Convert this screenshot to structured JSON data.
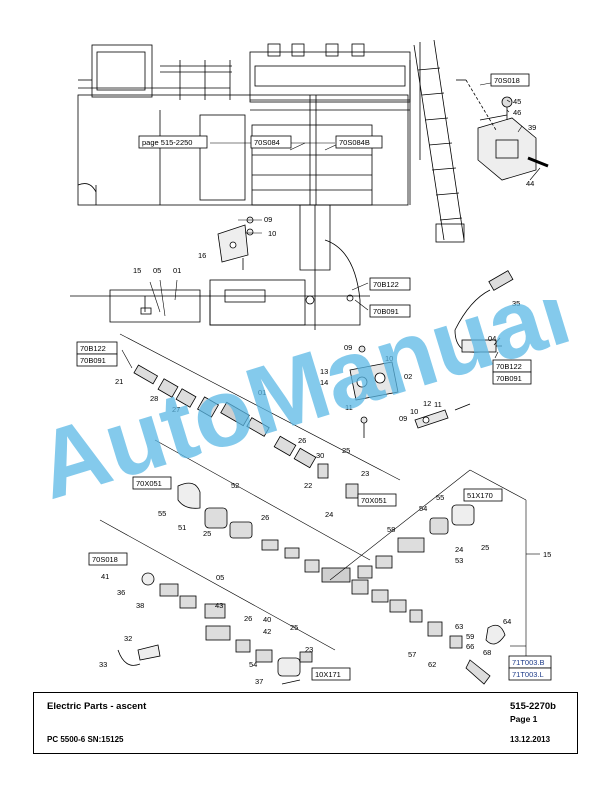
{
  "title_block": {
    "title": "Electric Parts - ascent",
    "code": "515-2270b",
    "page": "Page 1",
    "machine": "PC 5500-6 SN:15125",
    "date": "13.12.2013"
  },
  "watermark": {
    "text": "AutoManual",
    "color": "#5bb8e6"
  },
  "boxed_refs": {
    "page_ref": "page 515-2250",
    "s084": "70S084",
    "s084b": "70S084B",
    "s018_top": "70S018",
    "b122_top": "70B122",
    "b091_top": "70B091",
    "b122_left": "70B122",
    "b091_left": "70B091",
    "b122_right": "70B122",
    "b091_right": "70B091",
    "x051_left": "70X051",
    "x051_mid": "70X051",
    "s170": "51X170",
    "s018_bottom": "70S018",
    "x171": "10X171",
    "t003b": "71T003.B",
    "t003l": "71T003.L"
  },
  "item_numbers": {
    "n09a": "09",
    "n10a": "10",
    "n16": "16",
    "n15a": "15",
    "n05a": "05",
    "n01a": "01",
    "n45": "45",
    "n46": "46",
    "n39": "39",
    "n44": "44",
    "n35": "35",
    "n04": "04",
    "n21": "21",
    "n28": "28",
    "n27": "27",
    "n01b": "01",
    "n09b": "09",
    "n10b": "10",
    "n13": "13",
    "n14": "14",
    "n02": "02",
    "n11a": "11",
    "n10c": "10",
    "n12": "12",
    "n09c": "09",
    "n11b": "11",
    "n26a": "26",
    "n30": "30",
    "n25a": "25",
    "n22": "22",
    "n23a": "23",
    "n24a": "24",
    "n52": "52",
    "n55a": "55",
    "n51": "51",
    "n26b": "26",
    "n25b": "25",
    "n55b": "55",
    "n54a": "54",
    "n58": "58",
    "n24b": "24",
    "n53": "53",
    "n25c": "25",
    "n15b": "15",
    "n41": "41",
    "n36": "36",
    "n38": "38",
    "n05b": "05",
    "n43": "43",
    "n26c": "26",
    "n40": "40",
    "n42": "42",
    "n25d": "25",
    "n23b": "23",
    "n54b": "54",
    "n32": "32",
    "n33": "33",
    "n37": "37",
    "n63": "63",
    "n59": "59",
    "n66": "66",
    "n57": "57",
    "n62": "62",
    "n68": "68",
    "n64": "64"
  }
}
